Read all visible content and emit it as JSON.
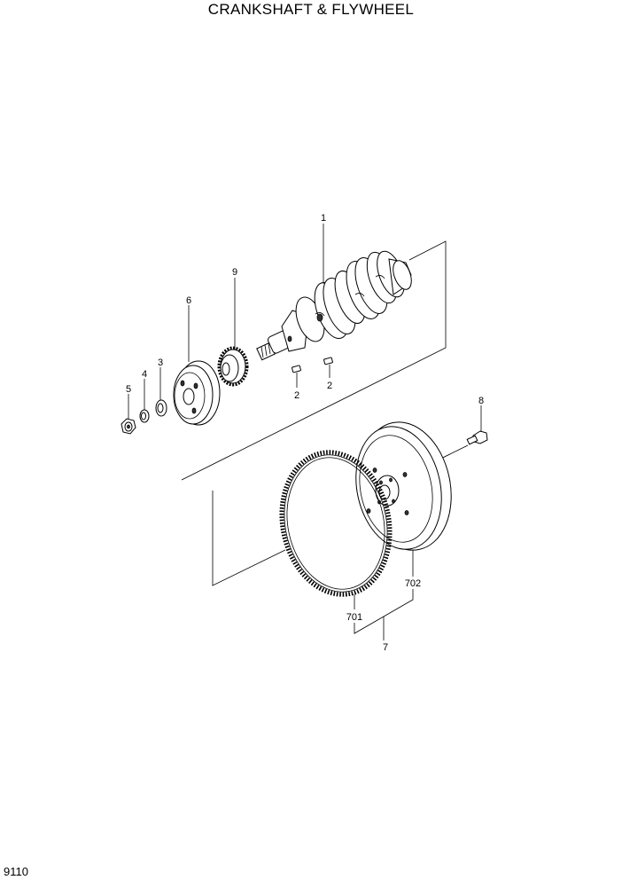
{
  "title": "CRANKSHAFT & FLYWHEEL",
  "page_code": "9110",
  "callouts": {
    "c1": "1",
    "c2a": "2",
    "c2b": "2",
    "c3": "3",
    "c4": "4",
    "c5": "5",
    "c6": "6",
    "c7": "7",
    "c8": "8",
    "c9": "9",
    "c701": "701",
    "c702": "702"
  }
}
